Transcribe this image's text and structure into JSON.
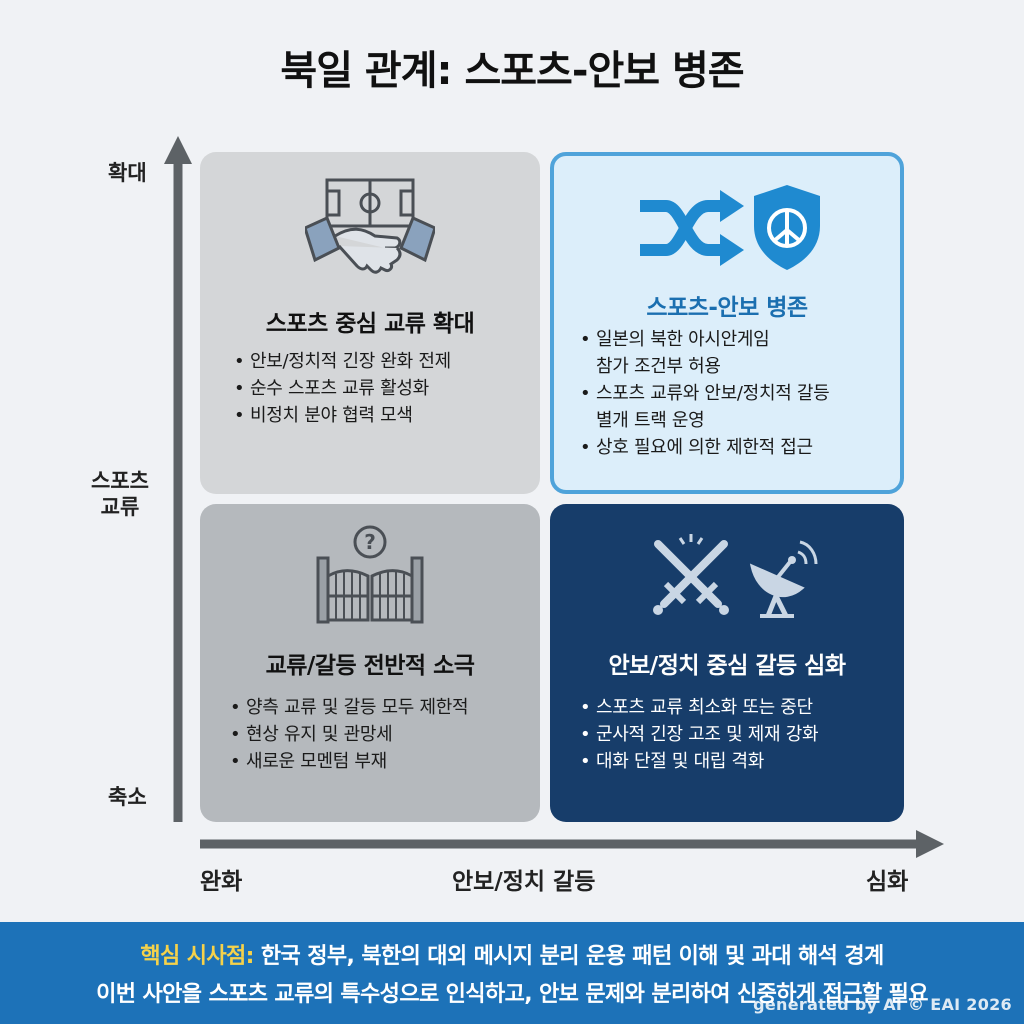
{
  "title": "북일 관계: 스포츠-안보 병존",
  "y_axis": {
    "top": "확대",
    "middle_line1": "스포츠",
    "middle_line2": "교류",
    "bottom": "축소"
  },
  "x_axis": {
    "left": "완화",
    "middle": "안보/정치 갈등",
    "right": "심화"
  },
  "quadrants": {
    "top_left": {
      "heading": "스포츠 중심 교류 확대",
      "icon": "handshake-field-icon",
      "bullets": [
        "안보/정치적 긴장 완화 전제",
        "순수 스포츠 교류 활성화",
        "비정치 분야 협력 모색"
      ]
    },
    "top_right": {
      "heading": "스포츠-안보 병존",
      "icon": "shuffle-shield-peace-icon",
      "bullets": [
        "일본의 북한 아시안게임\n참가 조건부 허용",
        "스포츠 교류와 안보/정치적 갈등\n별개 트랙 운영",
        "상호 필요에 의한 제한적 접근"
      ]
    },
    "bottom_left": {
      "heading": "교류/갈등 전반적 소극",
      "icon": "gate-question-icon",
      "bullets": [
        "양측 교류 및 갈등 모두 제한적",
        "현상 유지 및 관망세",
        "새로운 모멘텀 부재"
      ]
    },
    "bottom_right": {
      "heading": "안보/정치 중심 갈등 심화",
      "icon": "crossed-swords-radar-icon",
      "bullets": [
        "스포츠 교류 최소화 또는 중단",
        "군사적 긴장 고조 및 제재 강화",
        "대화 단절 및 대립 격화"
      ]
    }
  },
  "banner": {
    "key_label": "핵심 시사점:",
    "line1": " 한국 정부, 북한의 대외 메시지 분리 운용 패턴 이해 및 과대 해석 경계",
    "line2": "이번 사안을 스포츠 교류의 특수성으로 인식하고, 안보 문제와 분리하여 신중하게 접근할 필요"
  },
  "watermark": "generated by AI © EAI 2026",
  "colors": {
    "axis": "#5d6266",
    "q_top_left": "#d4d6d8",
    "q_top_right": "#dceefa",
    "q_top_right_border": "#4fa3da",
    "q_bottom_left": "#b5b9bd",
    "q_bottom_right": "#173d6a",
    "banner": "#1d72b8",
    "banner_key": "#f6d24a"
  }
}
